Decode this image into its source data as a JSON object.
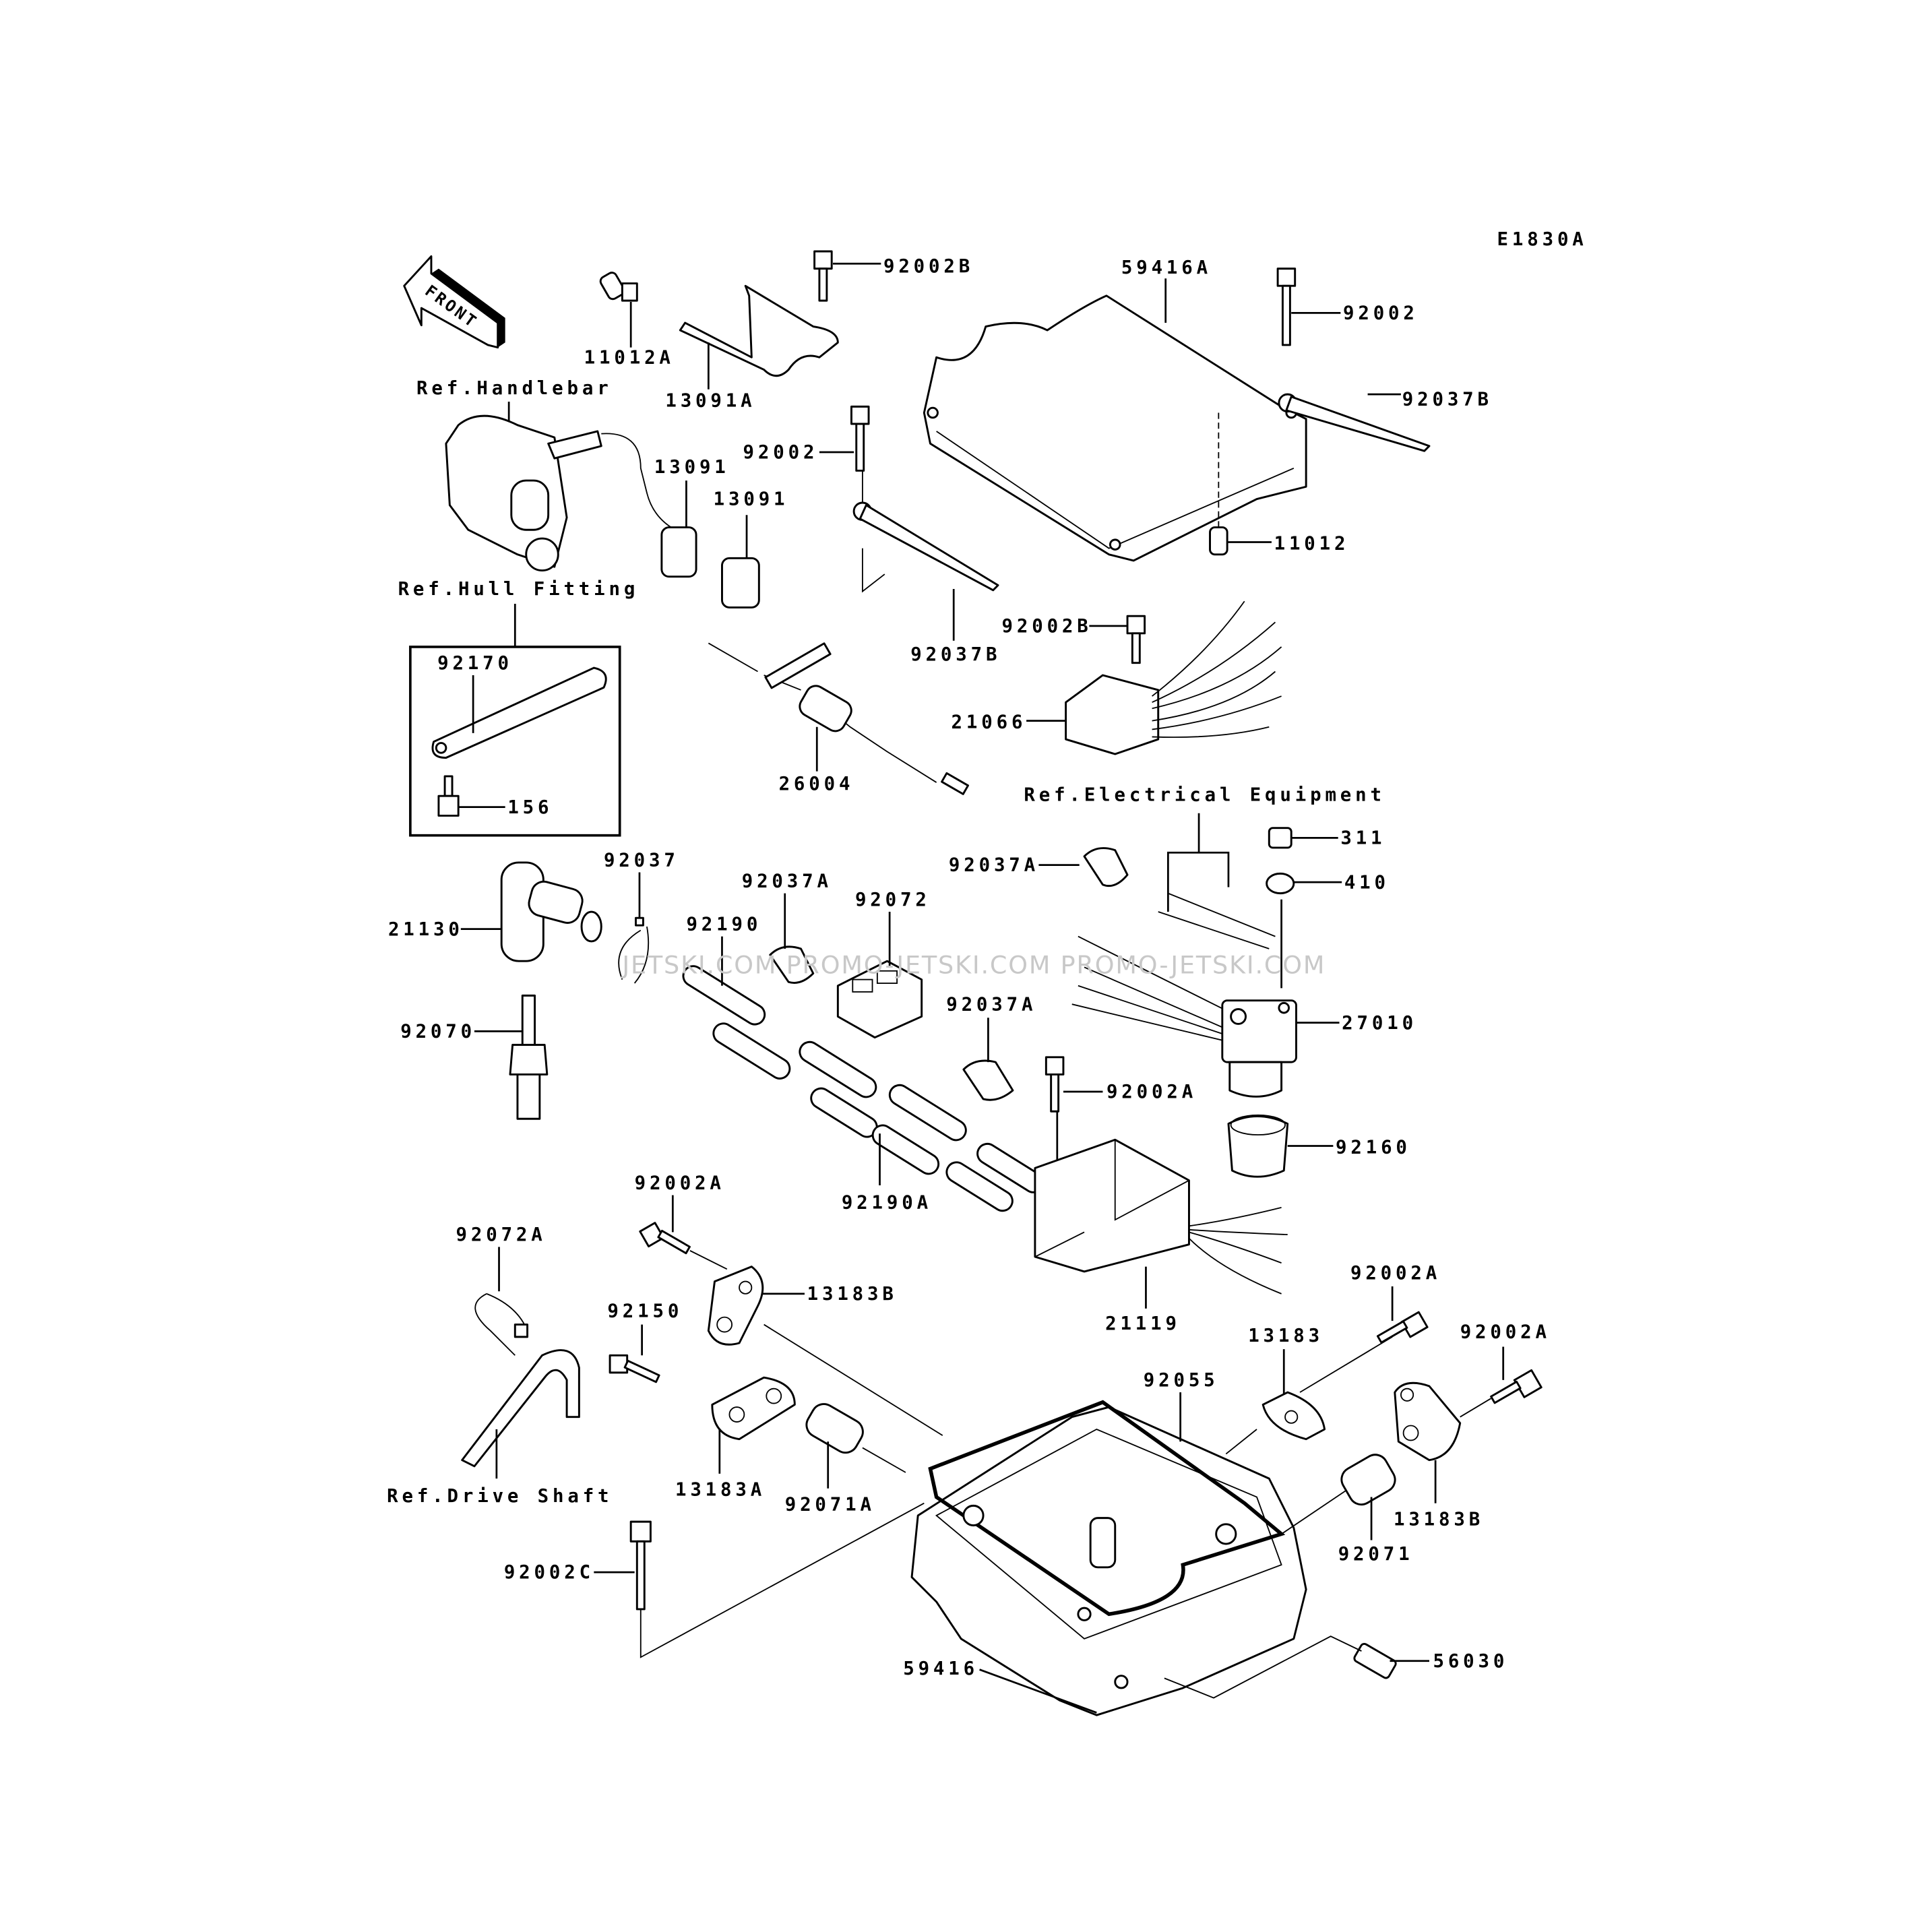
{
  "diagram_code": "E1830A",
  "front_label": "FRONT",
  "watermark": "JETSKI.COM  PROMO-JETSKI.COM  PROMO-JETSKI.COM",
  "refs": {
    "handlebar": "Ref.Handlebar",
    "hull_fitting": "Ref.Hull Fitting",
    "electrical_equipment": "Ref.Electrical Equipment",
    "drive_shaft": "Ref.Drive Shaft"
  },
  "parts": {
    "p92002B_top": "92002B",
    "p59416A": "59416A",
    "p92002_right": "92002",
    "p11012A": "11012A",
    "p13091A": "13091A",
    "p92037B_right": "92037B",
    "p92002_mid": "92002",
    "p13091_a": "13091",
    "p13091_b": "13091",
    "p11012": "11012",
    "p92002B_mid": "92002B",
    "p92037B_mid": "92037B",
    "p92170": "92170",
    "p21066": "21066",
    "p26004": "26004",
    "p156": "156",
    "p311": "311",
    "p92037": "92037",
    "p92037A_a": "92037A",
    "p92037A_b": "92037A",
    "p410": "410",
    "p92072": "92072",
    "p21130": "21130",
    "p92190": "92190",
    "p92037A_c": "92037A",
    "p27010": "27010",
    "p92070": "92070",
    "p92002A_a": "92002A",
    "p92160": "92160",
    "p92002A_b": "92002A",
    "p92190A": "92190A",
    "p92072A": "92072A",
    "p92002A_c": "92002A",
    "p13183B_a": "13183B",
    "p92150": "92150",
    "p21119": "21119",
    "p13183": "13183",
    "p92002A_d": "92002A",
    "p92055": "92055",
    "p13183A": "13183A",
    "p92071A": "92071A",
    "p13183B_b": "13183B",
    "p92071": "92071",
    "p92002C": "92002C",
    "p56030": "56030",
    "p59416": "59416"
  }
}
